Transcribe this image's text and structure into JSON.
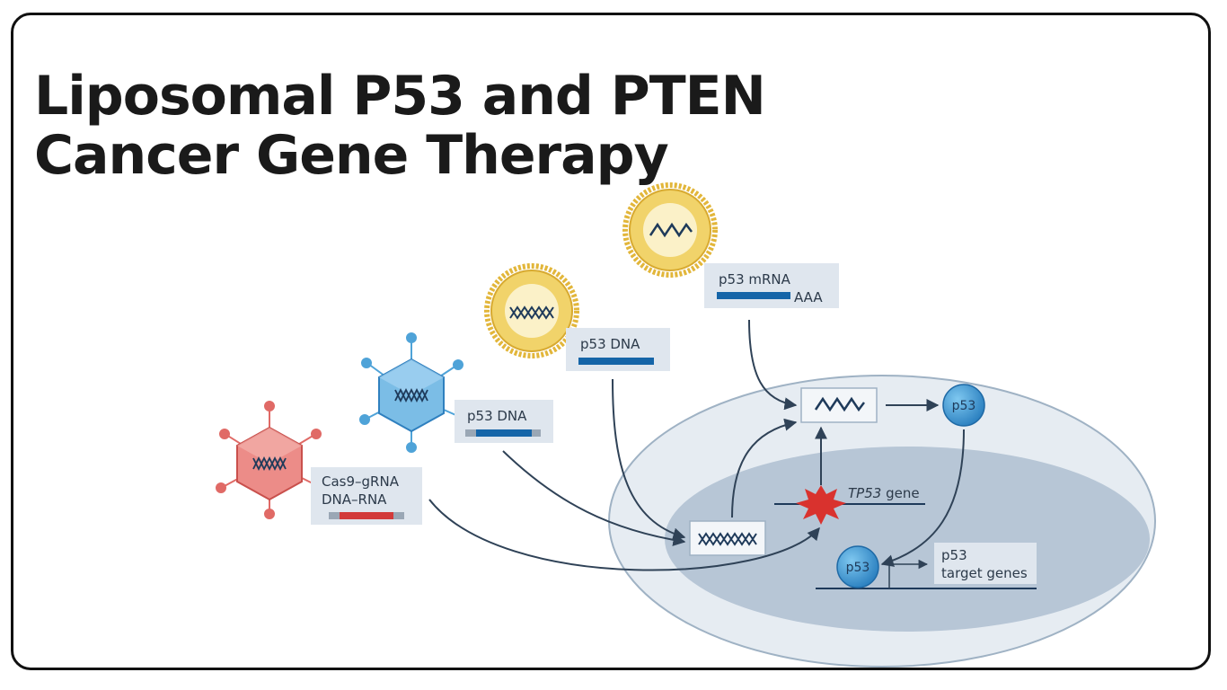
{
  "title": {
    "line1": "Liposomal P53 and PTEN",
    "line2": "Cancer Gene Therapy"
  },
  "diagram": {
    "liposome_mrna": {
      "label": "p53 mRNA",
      "tail": "AAA"
    },
    "liposome_dna": {
      "label": "p53 DNA"
    },
    "blue_virus": {
      "label": "p53 DNA"
    },
    "red_virus": {
      "label_line1": "Cas9–gRNA",
      "label_line2": "DNA–RNA"
    },
    "gene": {
      "name": "TP53",
      "suffix": " gene"
    },
    "p53_protein": "p53",
    "p53_bound": "p53",
    "target": {
      "line1": "p53",
      "line2": "target genes"
    }
  },
  "colors": {
    "liposome_fill": "#f1d36a",
    "virus_blue": "#4fa3d8",
    "virus_red": "#e06a66",
    "dna_bar_blue": "#1565a8",
    "dna_bar_red": "#d23a3a",
    "cell_cytoplasm": "#e6ecf2",
    "cell_nucleus": "#b7c6d6",
    "arrow": "#2f4257"
  }
}
